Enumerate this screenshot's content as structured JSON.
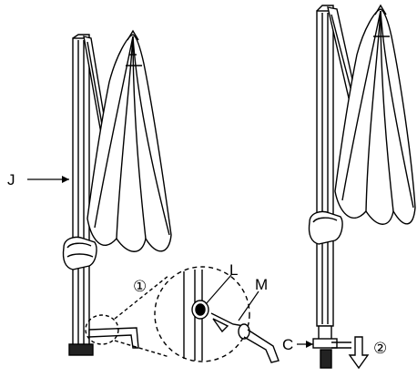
{
  "labels": {
    "J": "J",
    "L": "L",
    "M": "M",
    "C": "C",
    "step1": "①",
    "step2": "②"
  }
}
